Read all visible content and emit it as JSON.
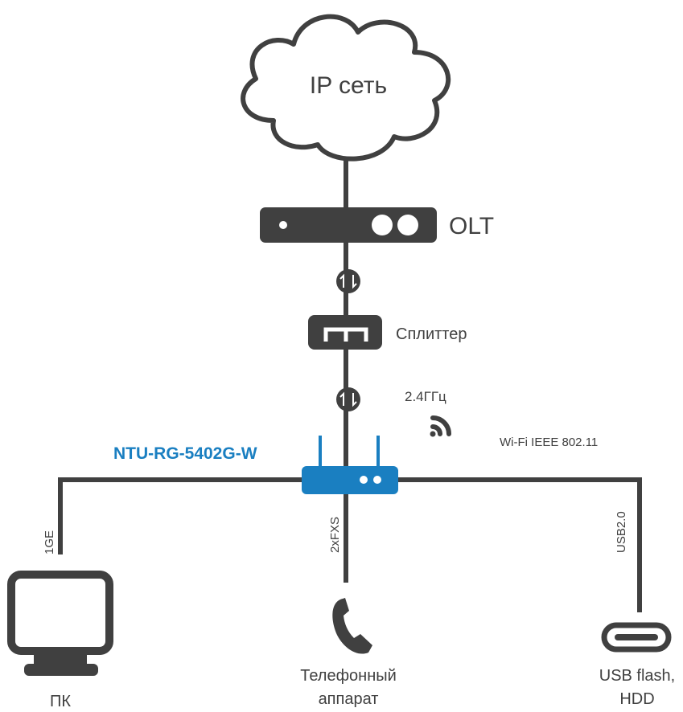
{
  "cloud": {
    "label": "IP сеть"
  },
  "olt": {
    "label": "OLT"
  },
  "splitter": {
    "label": "Сплиттер"
  },
  "device": {
    "model": "NTU-RG-5402G-W"
  },
  "wifi": {
    "band": "2.4ГГц",
    "standard": "Wi-Fi IEEE 802.11"
  },
  "links": {
    "lan": "1GE",
    "fxs": "2xFXS",
    "usb": "USB2.0"
  },
  "endpoints": {
    "pc": "ПК",
    "phone_line1": "Телефонный",
    "phone_line2": "аппарат",
    "usb_line1": "USB flash,",
    "usb_line2": "HDD"
  },
  "colors": {
    "line": "#404040",
    "device_fill": "#1a7fc1",
    "device_label": "#1a7fc1"
  },
  "icons": [
    "cloud-icon",
    "olt-icon",
    "fiber-connector-icon",
    "splitter-icon",
    "router-icon",
    "wifi-signal-icon",
    "monitor-icon",
    "phone-icon",
    "usb-drive-icon"
  ]
}
